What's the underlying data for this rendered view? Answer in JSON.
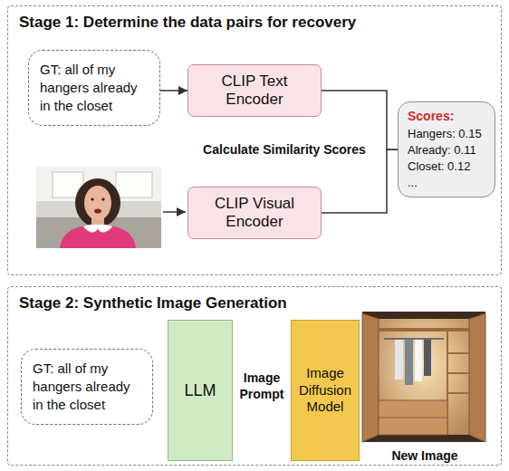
{
  "diagram": {
    "nodes": [
      {
        "text": [
          "Stage 1: Determine the data pairs for recovery"
        ]
      },
      {
        "text": [
          "GT: all of my hangers already in the closet"
        ],
        "in": 0
      },
      {
        "text": [
          "CLIP Text Encoder"
        ],
        "in": 0
      },
      {
        "text": [
          "CLIP Visual Encoder"
        ],
        "in": 0
      },
      {
        "text": [
          "Scores:",
          "Hangers: 0.15",
          "Already: 0.11",
          "Closet: 0.12",
          "..."
        ],
        "in": 0
      },
      {
        "text": [
          "Stage 2: Synthetic Image Generation"
        ]
      },
      {
        "text": [
          "GT: all of my hangers already in the closet"
        ],
        "in": 5
      },
      {
        "text": [
          "LLM"
        ],
        "in": 5
      },
      {
        "text": [
          "Image Diffusion Model"
        ],
        "in": 5
      }
    ],
    "edges": [
      {
        "from": 1,
        "to": 2,
        "arrow": "to"
      },
      {
        "from": 2,
        "to": 4,
        "arrow": "none"
      },
      {
        "from": 3,
        "to": 4,
        "arrow": "none"
      }
    ],
    "labels": [
      "Calculate Similarity Scores",
      "Image Prompt",
      "New Image"
    ]
  }
}
